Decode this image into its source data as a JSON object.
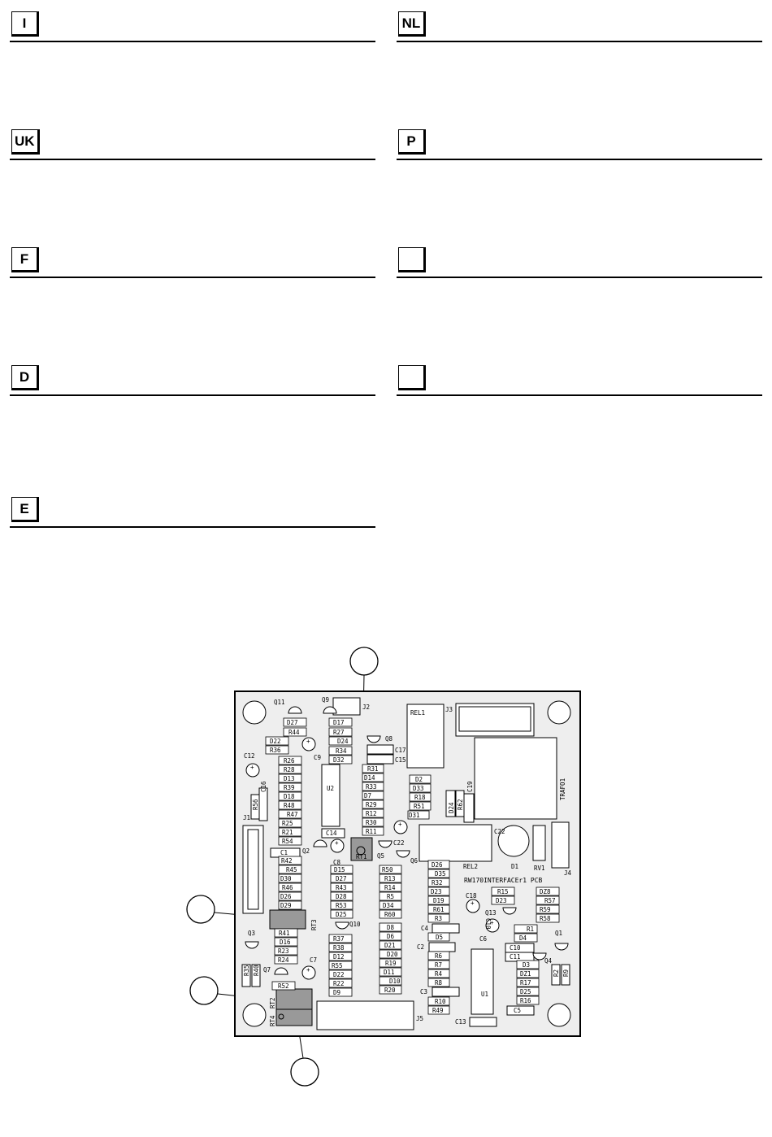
{
  "sections": [
    {
      "code": "I"
    },
    {
      "code": "NL"
    },
    {
      "code": "UK"
    },
    {
      "code": "P"
    },
    {
      "code": "F"
    },
    {
      "code": ""
    },
    {
      "code": "D"
    },
    {
      "code": ""
    },
    {
      "code": "E"
    }
  ],
  "pcb": {
    "board_label": "RW170INTERFACEr1 PCB",
    "components": {
      "q11": "Q11",
      "q9": "Q9",
      "j2": "J2",
      "rel1": "REL1",
      "j3": "J3",
      "d27a": "D27",
      "r44": "R44",
      "d17": "D17",
      "r27": "R27",
      "d24a": "D24",
      "r34": "R34",
      "d22a": "D22",
      "r36": "R36",
      "c9": "C9",
      "d32": "D32",
      "q8": "Q8",
      "c17": "C17",
      "c15": "C15",
      "c12": "C12",
      "r26": "R26",
      "r28": "R28",
      "d13": "D13",
      "r39": "R39",
      "d18": "D18",
      "r48": "R48",
      "r47": "R47",
      "r25": "R25",
      "r21": "R21",
      "r54": "R54",
      "c16": "C16",
      "r56": "R56",
      "j1": "J1",
      "u2": "U2",
      "r31": "R31",
      "d14": "D14",
      "r33": "R33",
      "d7": "D7",
      "r29": "R29",
      "r12": "R12",
      "r30": "R30",
      "r11": "R11",
      "d2": "D2",
      "d33": "D33",
      "r18": "R18",
      "r51": "R51",
      "d31": "D31",
      "d24b": "D24",
      "r62": "R62",
      "c19": "C19",
      "trafo1": "TRAFO1",
      "c14": "C14",
      "c8": "C8",
      "q2": "Q2",
      "c1": "C1",
      "rt1": "RT1",
      "q5": "Q5",
      "c22": "C22",
      "q6": "Q6",
      "rel2": "REL2",
      "d1": "D1",
      "rv1": "RV1",
      "j4": "J4",
      "r42": "R42",
      "r45": "R45",
      "d30": "D30",
      "r46": "R46",
      "d26a": "D26",
      "d29": "D29",
      "rt3": "RT3",
      "d15": "D15",
      "d27b": "D27",
      "r43": "R43",
      "d28": "D28",
      "r53": "R53",
      "d25a": "D25",
      "r50": "R50",
      "r13": "R13",
      "r14": "R14",
      "r5": "R5",
      "d34": "D34",
      "r60": "R60",
      "d26b": "D26",
      "d35": "D35",
      "r32": "R32",
      "d23a": "D23",
      "d19": "D19",
      "r61": "R61",
      "r3": "R3",
      "c18": "C18",
      "r15": "R15",
      "d23b": "D23",
      "q13": "Q13",
      "dz8": "DZ8",
      "r57": "R57",
      "r59": "R59",
      "r58": "R58",
      "q10": "Q10",
      "q3": "Q3",
      "r41": "R41",
      "d16": "D16",
      "r23": "R23",
      "r24": "R24",
      "r37": "R37",
      "r38": "R38",
      "d12": "D12",
      "r55": "R55",
      "d22b": "D22",
      "r22": "R22",
      "d9": "D9",
      "d8": "D8",
      "d6": "D6",
      "d21a": "D21",
      "d20": "D20",
      "r19": "R19",
      "d11": "D11",
      "d10": "D10",
      "r20": "R20",
      "c4": "C4",
      "d5": "D5",
      "c2": "C2",
      "r6": "R6",
      "r7": "R7",
      "r4": "R4",
      "r8": "R8",
      "c3": "C3",
      "r10": "R10",
      "r49": "R49",
      "c13": "C13",
      "u1": "U1",
      "c10a": "C10",
      "c6": "C6",
      "r1": "R1",
      "d4": "D4",
      "c10b": "C10",
      "c11": "C11",
      "q4": "Q4",
      "q1": "Q1",
      "d3": "D3",
      "dz1": "DZ1",
      "r17": "R17",
      "d25b": "D25",
      "r16": "R16",
      "c5": "C5",
      "r2": "R2",
      "r9": "R9",
      "q7": "Q7",
      "c7": "C7",
      "r35": "R35",
      "r40": "R40",
      "r52": "R52",
      "rt2": "RT2",
      "rt4": "RT4",
      "j5": "J5"
    }
  }
}
